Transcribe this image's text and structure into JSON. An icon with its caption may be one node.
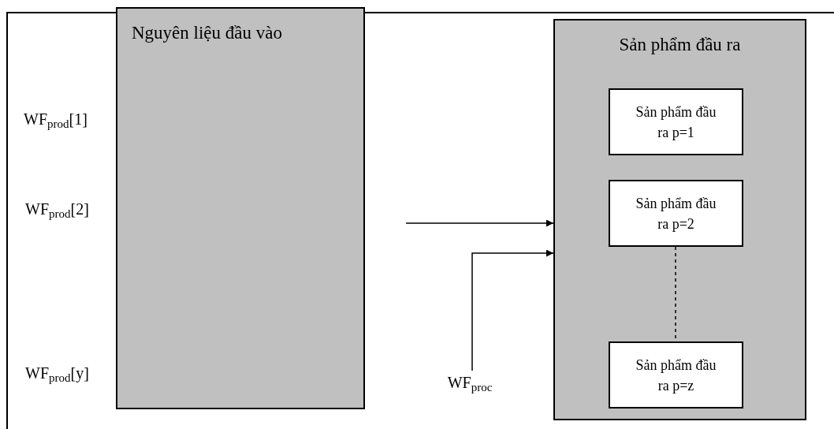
{
  "diagram": {
    "nodes": [
      {
        "text": [
          "Nguyên liệu đầu vào"
        ]
      },
      {
        "text": [
          "Sản phẩm đầu ra"
        ]
      },
      {
        "text": [
          "Sản phẩm đầu ra p=1"
        ],
        "in": 1
      },
      {
        "text": [
          "Sản phẩm đầu ra p=2"
        ],
        "in": 1
      },
      {
        "text": [
          "Sản phẩm đầu ra p=z"
        ],
        "in": 1
      },
      {
        "text": [
          "WF$_{proc}$"
        ]
      }
    ],
    "edges": [
      {
        "from": null,
        "to": 1,
        "arrow": "to"
      },
      {
        "from": 5,
        "to": 1,
        "arrow": "to"
      },
      {
        "from": 3,
        "to": 4,
        "arrow": "none",
        "style": "dashed"
      }
    ],
    "labels": [
      "WF$_{prod}$[1]",
      "WF$_{prod}$[2]",
      "WF$_{prod}$[y]"
    ]
  }
}
